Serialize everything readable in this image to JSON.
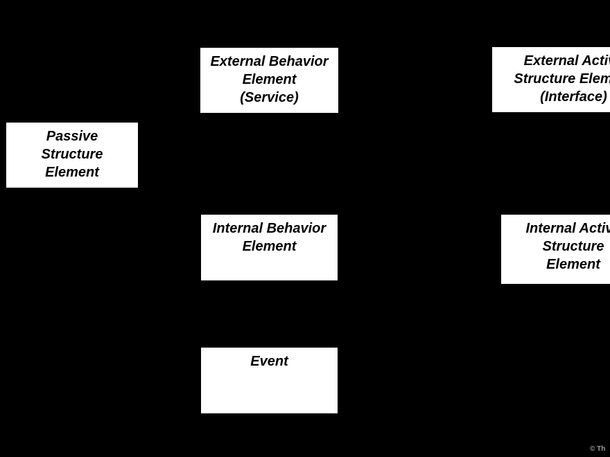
{
  "canvas": {
    "background": "#000000",
    "box_fill": "#ffffff",
    "box_text_color": "#000000"
  },
  "boxes": {
    "passive": {
      "label": "Passive\nStructure\nElement"
    },
    "external_behavior": {
      "label": "External Behavior\nElement\n(Service)"
    },
    "external_active": {
      "label": "External Active\nStructure Element\n(Interface)"
    },
    "internal_behavior": {
      "label": "Internal Behavior\nElement"
    },
    "internal_active": {
      "label": "Internal Active\nStructure\nElement"
    },
    "event": {
      "label": "Event"
    }
  },
  "watermark": {
    "text": "© Th",
    "color": "#9e9e9e"
  }
}
